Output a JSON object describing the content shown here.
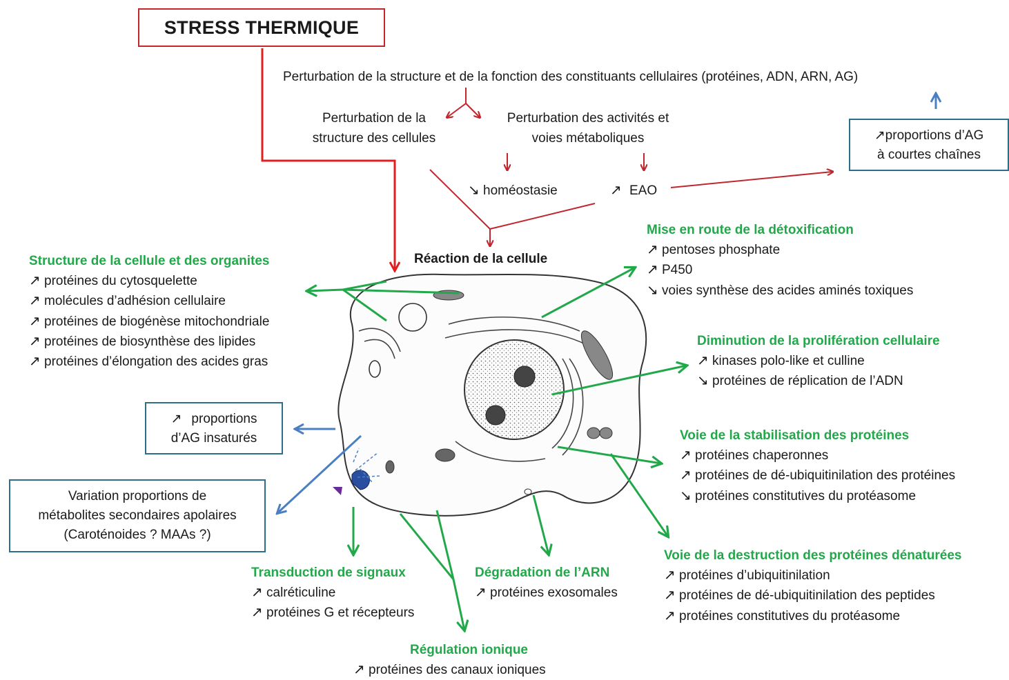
{
  "title": "STRESS THERMIQUE",
  "perturbation_main": "Perturbation de la structure et de la fonction des constituants cellulaires (protéines, ADN, ARN, AG)",
  "perturbation_structure": [
    "Perturbation de la",
    "structure des cellules"
  ],
  "perturbation_activites": [
    "Perturbation des activités et",
    "voies métaboliques"
  ],
  "homeostasie": "homéostasie",
  "eao": "EAO",
  "reaction": "Réaction de la cellule",
  "short_chain_box": [
    "proportions d’AG",
    "à courtes chaînes"
  ],
  "unsaturated_box": [
    "proportions",
    "d’AG insaturés"
  ],
  "secondary_box": [
    "Variation proportions de",
    "métabolites secondaires apolaires",
    "(Caroténoides ? MAAs ?)"
  ],
  "arrows": {
    "up": "↗",
    "down": "↘"
  },
  "colors": {
    "red": "#c0262c",
    "green": "#22a84a",
    "blue": "#4a7fc1",
    "box_border": "#2c6e8a"
  },
  "groups": {
    "structure": {
      "title": "Structure de la cellule et des organites",
      "items": [
        {
          "dir": "↗",
          "text": "protéines du cytosquelette"
        },
        {
          "dir": "↗",
          "text": "molécules d’adhésion cellulaire"
        },
        {
          "dir": "↗",
          "text": "protéines de biogénèse mitochondriale"
        },
        {
          "dir": "↗",
          "text": "protéines de biosynthèse des lipides"
        },
        {
          "dir": "↗",
          "text": "protéines d’élongation des acides gras"
        }
      ]
    },
    "detox": {
      "title": "Mise en route de la détoxification",
      "items": [
        {
          "dir": "↗",
          "text": "pentoses phosphate"
        },
        {
          "dir": "↗",
          "text": "P450"
        },
        {
          "dir": "↘",
          "text": "voies synthèse des acides aminés toxiques"
        }
      ]
    },
    "proliferation": {
      "title": "Diminution de la prolifération cellulaire",
      "items": [
        {
          "dir": "↗",
          "text": "kinases polo-like et culline"
        },
        {
          "dir": "↘",
          "text": "protéines de réplication de l’ADN"
        }
      ]
    },
    "stabilisation": {
      "title": "Voie de la stabilisation des protéines",
      "items": [
        {
          "dir": "↗",
          "text": "protéines chaperonnes"
        },
        {
          "dir": "↗",
          "text": "protéines de dé-ubiquitinilation des protéines"
        },
        {
          "dir": "↘",
          "text": "protéines constitutives du protéasome"
        }
      ]
    },
    "destruction": {
      "title": "Voie de la destruction des protéines dénaturées",
      "items": [
        {
          "dir": "↗",
          "text": "protéines d’ubiquitinilation"
        },
        {
          "dir": "↗",
          "text": "protéines de dé-ubiquitinilation des peptides"
        },
        {
          "dir": "↗",
          "text": "protéines constitutives du protéasome"
        }
      ]
    },
    "transduction": {
      "title": "Transduction de signaux",
      "items": [
        {
          "dir": "↗",
          "text": "calréticuline"
        },
        {
          "dir": "↗",
          "text": "protéines G et récepteurs"
        }
      ]
    },
    "arn": {
      "title": "Dégradation de l’ARN",
      "items": [
        {
          "dir": "↗",
          "text": "protéines exosomales"
        }
      ]
    },
    "ionique": {
      "title": "Régulation ionique",
      "items": [
        {
          "dir": "↗",
          "text": "protéines des canaux ioniques"
        }
      ]
    }
  }
}
